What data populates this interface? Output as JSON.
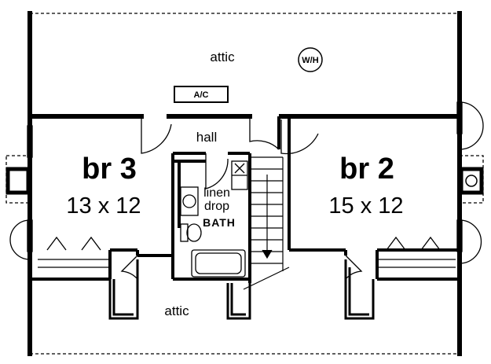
{
  "plan": {
    "rooms": {
      "attic_top": "attic",
      "attic_bottom": "attic",
      "hall": "hall",
      "br3_name": "br 3",
      "br3_size": "13 x 12",
      "br2_name": "br 2",
      "br2_size": "15 x 12",
      "linen": "linen",
      "drop": "drop",
      "bath": "BATH"
    },
    "fixtures": {
      "water_heater": "W/H",
      "ac": "A/C"
    }
  }
}
